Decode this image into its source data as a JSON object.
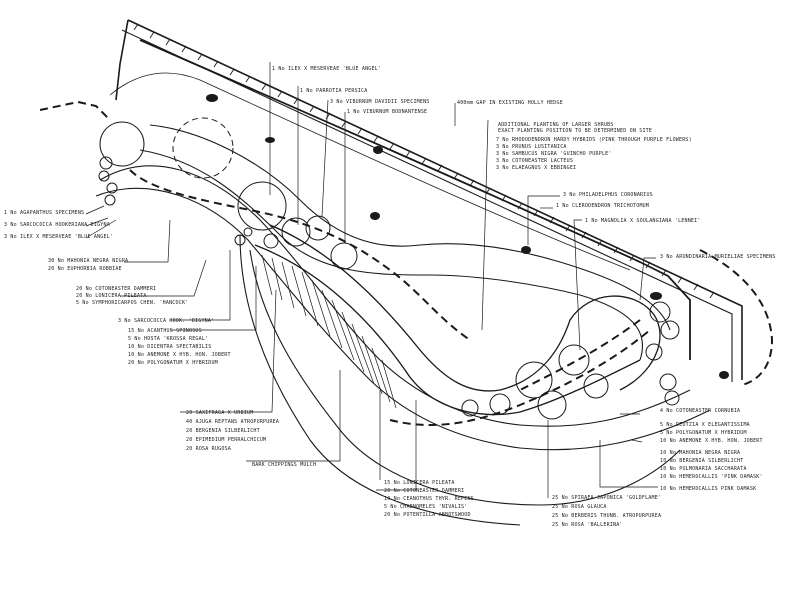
{
  "labels": {
    "ilex_bunbury": "1 No ILEX X MESERVEAE 'BLUE ANGEL'",
    "parrotia": "1 No PARROTIA PERSICA",
    "viburnum_davidii": "3 No VIBURNUM DAVIDII SPECIMENS",
    "viburnum_bodnant": "1 No VIBURNUM BODNANTENSE",
    "gap_hedge": "400mm GAP IN EXISTING HOLLY HEDGE",
    "larger_shrubs_1": "ADDITIONAL PLANTING OF LARGER SHRUBS",
    "larger_shrubs_2": "EXACT PLANTING POSITION TO BE DETERMINED ON SITE",
    "rhododendron": "7 No RHODODENDRON HARDY HYBRIDS (PINK THROUGH PURPLE FLOWERS)",
    "prunus": "3 No PRUNUS LUSITANICA",
    "sambucus": "3 No SAMBUCUS NIGRA 'GUINCHO PURPLE'",
    "cotoneaster_lacteus": "3 No COTONEASTER LACTEUS",
    "elaeagnus": "3 No ELAEAGNUS X EBBINGEI",
    "philadelphus": "3 No PHILADELPHUS CORONARIUS",
    "clerodendron": "1 No CLERODENDRON TRICHOTOMUM",
    "magnolia": "1 No MAGNOLIA X SOULANGIANA 'LENNEI'",
    "arundinaria": "3 No ARUNDINARIA MURIELIAE SPECIMENS",
    "agapanthus": "1 No AGAPANTHUS SPECIMENS",
    "sarcococca_l": "3 No SARCOCOCCA HOOKERIANA DIGYNA",
    "ilex_blue": "3 No ILEX X MESERVEAE 'BLUE ANGEL'",
    "mahonia": "30 No MAHONIA NEGRA NIGRA",
    "euphorbia": "20 No EUPHORBIA ROBBIAE",
    "cotoneaster_dammeri": "20 No COTONEASTER DAMMERI",
    "lonicera_pileata": "20 No LONICERA PILEATA",
    "symphoricarpos": "5 No SYMPHORICARPOS CHEN. 'HANCOCK'",
    "sarcococca_c": "3 No SARCOCOCCA HOOK. 'DIGYNA'",
    "acanthus": "15 No ACANTHUS SPINOSUS",
    "hosta": "5 No HOSTA 'KROSSA REGAL'",
    "dicentra": "10 No DICENTRA SPECTABILIS",
    "anemone_l": "10 No ANEMONE X HYB. HON. JOBERT",
    "polygonatum_l": "20 No POLYGONATUM X HYBRIDUM",
    "saxifraga": "20 SAXIFRAGA X URBIUM",
    "ajuga": "40 AJUGA REPTANS ATROPURPUREA",
    "bergenia_l": "20 BERGENIA SILBERLICHT",
    "epimedium": "20 EPIMEDIUM PERRALCHICUM",
    "rosa_rugosa": "20 ROSA RUGOSA",
    "bark_mulch": "BARK CHIPPINGS MULCH",
    "lonicera_nitida": "15 No LONICERA PILEATA",
    "cotoneaster_c": "20 No COTONEASTER DAMMERI",
    "ceanothus": "10 No CEANOTHUS THYR. REPENS",
    "chaenomeles": "5 No CHAENOMELES 'NIVALIS'",
    "potentilla": "20 No POTENTILLA ABBOTSWOOD",
    "spiraea": "25 No SPIRAEA JAPONICA 'GOLDFLAME'",
    "rosa_glauca": "25 No ROSA GLAUCA",
    "berberis": "25 No BERBERIS THUNB. ATROPURPUREA",
    "rosa_ballerina": "25 No ROSA 'BALLERINA'",
    "cotoneaster_r": "4 No COTONEASTER CORNUBIA",
    "deutzia": "5 No DEUTZIA X ELEGANTISSIMA",
    "polygonatum_r": "5 No POLYGONATUM X HYBRIDUM",
    "anemone_r": "10 No ANEMONE X HYB. HON. JOBERT",
    "mahonia_r": "10 No MAHONIA NEGRA NIGRA",
    "bergenia_r": "10 No BERGENIA SILBERLICHT",
    "pulmonaria": "10 No PULMONARIA SACCHARATA",
    "hemerocallis": "10 No HEMEROCALLIS 'PINK DAMASK'",
    "hemerocallis_2": "10 No HEMEROCALLIS PINK DAMASK"
  }
}
